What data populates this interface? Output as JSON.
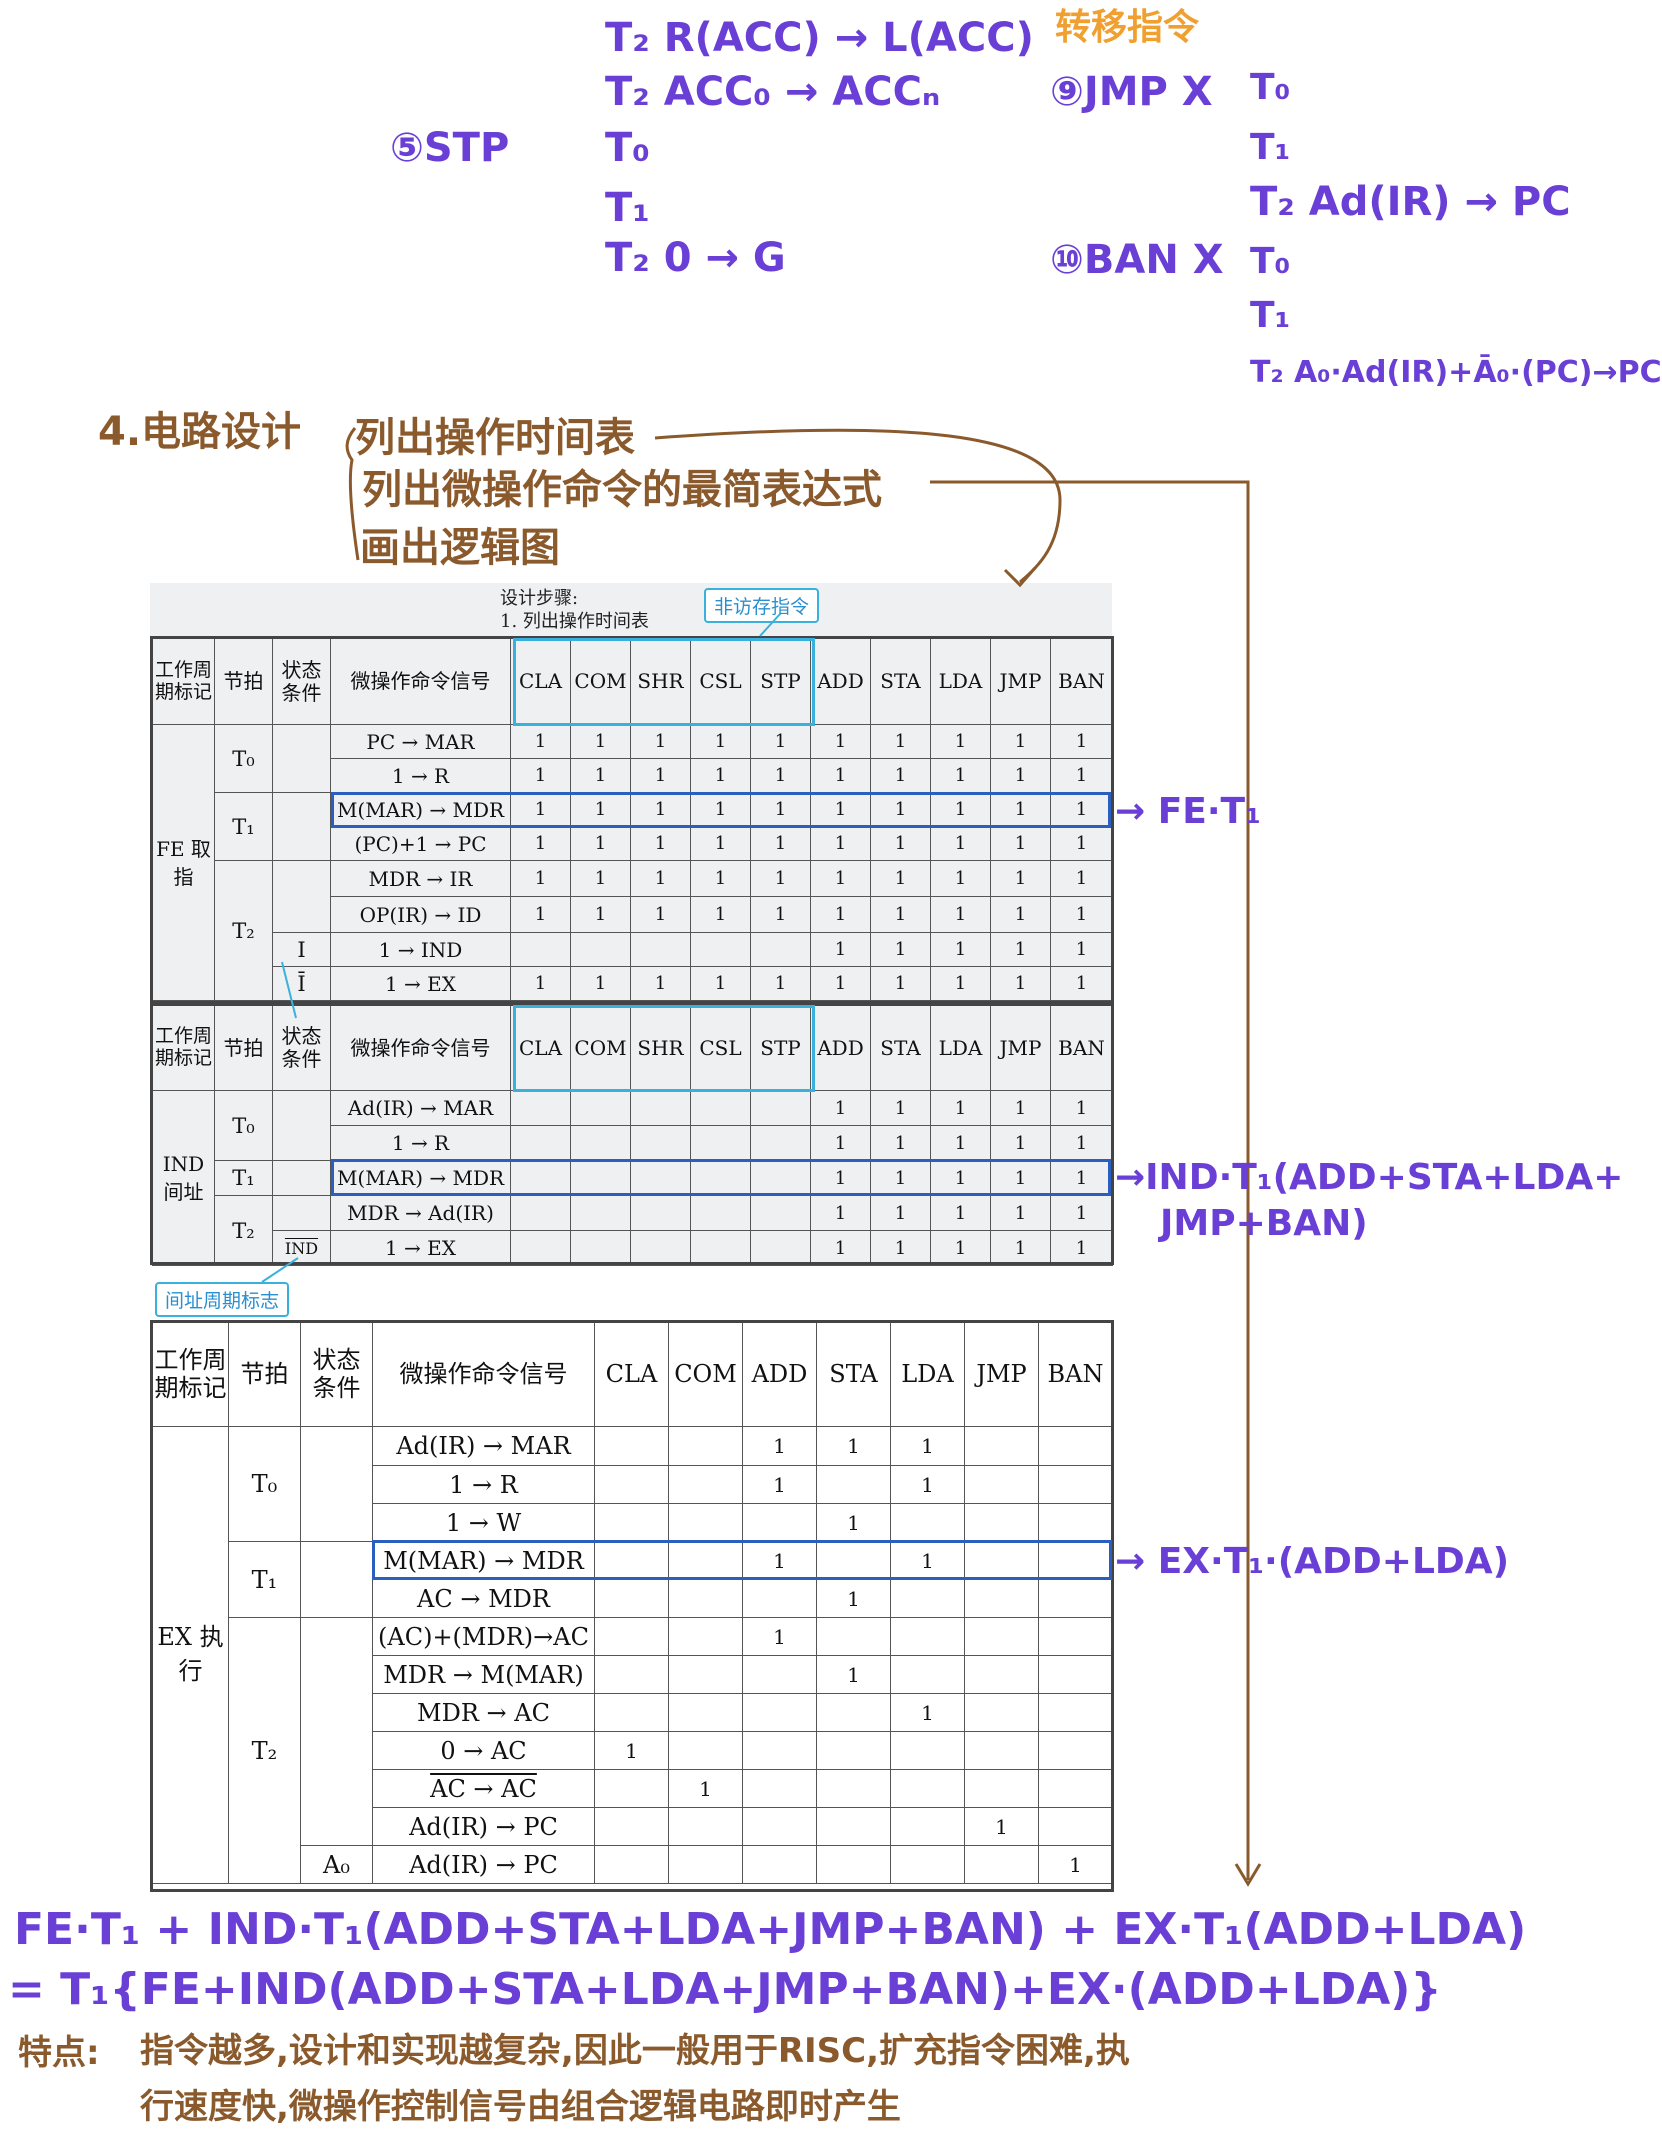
{
  "top_notes": {
    "line1": "T₂ R(ACC) → L(ACC)",
    "line2": "T₂ ACC₀ → ACCₙ",
    "stp": "⑤STP",
    "stp_t0": "T₀",
    "stp_t1": "T₁",
    "stp_t2": "T₂ 0 → G",
    "transfer_heading": "转移指令",
    "jmp": "⑨JMP X",
    "jmp_t0": "T₀",
    "jmp_t1": "T₁",
    "jmp_t2": "T₂ Ad(IR) → PC",
    "ban": "⑩BAN X",
    "ban_t0": "T₀",
    "ban_t1": "T₁",
    "ban_t2": "T₂ A₀·Ad(IR)+Ā₀·(PC)→PC"
  },
  "design_notes": {
    "title": "4.电路设计",
    "step1": "列出操作时间表",
    "step2": "列出微操作命令的最简表达式",
    "step3": "画出逻辑图"
  },
  "scan_header": {
    "title": "设计步骤:",
    "step": "1.  列出操作时间表",
    "tag_non_memory": "非访存指令",
    "tag_indirect": "间址周期标志"
  },
  "table_headers": {
    "cycle": "工作周期标记",
    "beat": "节拍",
    "cond": "状态条件",
    "signal": "微操作命令信号"
  },
  "fe_table": {
    "instructions": [
      "CLA",
      "COM",
      "SHR",
      "CSL",
      "STP",
      "ADD",
      "STA",
      "LDA",
      "JMP",
      "BAN"
    ],
    "cycle_label": "FE 取指",
    "beats": [
      "T₀",
      "T₁",
      "T₂"
    ],
    "conds": [
      "I",
      "Ī"
    ],
    "rows": [
      {
        "op": "PC → MAR",
        "vals": [
          "1",
          "1",
          "1",
          "1",
          "1",
          "1",
          "1",
          "1",
          "1",
          "1"
        ]
      },
      {
        "op": "1 → R",
        "vals": [
          "1",
          "1",
          "1",
          "1",
          "1",
          "1",
          "1",
          "1",
          "1",
          "1"
        ]
      },
      {
        "op": "M(MAR) → MDR",
        "vals": [
          "1",
          "1",
          "1",
          "1",
          "1",
          "1",
          "1",
          "1",
          "1",
          "1"
        ]
      },
      {
        "op": "(PC)+1 → PC",
        "vals": [
          "1",
          "1",
          "1",
          "1",
          "1",
          "1",
          "1",
          "1",
          "1",
          "1"
        ]
      },
      {
        "op": "MDR → IR",
        "vals": [
          "1",
          "1",
          "1",
          "1",
          "1",
          "1",
          "1",
          "1",
          "1",
          "1"
        ]
      },
      {
        "op": "OP(IR) → ID",
        "vals": [
          "1",
          "1",
          "1",
          "1",
          "1",
          "1",
          "1",
          "1",
          "1",
          "1"
        ]
      },
      {
        "op": "1 → IND",
        "vals": [
          "",
          "",
          "",
          "",
          "",
          "1",
          "1",
          "1",
          "1",
          "1"
        ]
      },
      {
        "op": "1 → EX",
        "vals": [
          "1",
          "1",
          "1",
          "1",
          "1",
          "1",
          "1",
          "1",
          "1",
          "1"
        ]
      }
    ]
  },
  "ind_table": {
    "instructions": [
      "CLA",
      "COM",
      "SHR",
      "CSL",
      "STP",
      "ADD",
      "STA",
      "LDA",
      "JMP",
      "BAN"
    ],
    "cycle_label": "IND 间址",
    "beats": [
      "T₀",
      "T₁",
      "T₂"
    ],
    "cond": "IND",
    "rows": [
      {
        "op": "Ad(IR) → MAR",
        "vals": [
          "",
          "",
          "",
          "",
          "",
          "1",
          "1",
          "1",
          "1",
          "1"
        ]
      },
      {
        "op": "1 → R",
        "vals": [
          "",
          "",
          "",
          "",
          "",
          "1",
          "1",
          "1",
          "1",
          "1"
        ]
      },
      {
        "op": "M(MAR) → MDR",
        "vals": [
          "",
          "",
          "",
          "",
          "",
          "1",
          "1",
          "1",
          "1",
          "1"
        ]
      },
      {
        "op": "MDR → Ad(IR)",
        "vals": [
          "",
          "",
          "",
          "",
          "",
          "1",
          "1",
          "1",
          "1",
          "1"
        ]
      },
      {
        "op": "1 → EX",
        "vals": [
          "",
          "",
          "",
          "",
          "",
          "1",
          "1",
          "1",
          "1",
          "1"
        ]
      }
    ]
  },
  "ex_table": {
    "instructions": [
      "CLA",
      "COM",
      "ADD",
      "STA",
      "LDA",
      "JMP",
      "BAN"
    ],
    "cycle_label": "EX 执行",
    "beats": [
      "T₀",
      "T₁",
      "T₂"
    ],
    "cond": "A₀",
    "rows": [
      {
        "op": "Ad(IR) → MAR",
        "vals": [
          "",
          "",
          "1",
          "1",
          "1",
          "",
          ""
        ]
      },
      {
        "op": "1 → R",
        "vals": [
          "",
          "",
          "1",
          "",
          "1",
          "",
          ""
        ]
      },
      {
        "op": "1 → W",
        "vals": [
          "",
          "",
          "",
          "1",
          "",
          "",
          ""
        ]
      },
      {
        "op": "M(MAR) → MDR",
        "vals": [
          "",
          "",
          "1",
          "",
          "1",
          "",
          ""
        ]
      },
      {
        "op": "AC → MDR",
        "vals": [
          "",
          "",
          "",
          "1",
          "",
          "",
          ""
        ]
      },
      {
        "op": "(AC)+(MDR)→AC",
        "vals": [
          "",
          "",
          "1",
          "",
          "",
          "",
          ""
        ]
      },
      {
        "op": "MDR → M(MAR)",
        "vals": [
          "",
          "",
          "",
          "1",
          "",
          "",
          ""
        ]
      },
      {
        "op": "MDR → AC",
        "vals": [
          "",
          "",
          "",
          "",
          "1",
          "",
          ""
        ]
      },
      {
        "op": "0 → AC",
        "vals": [
          "1",
          "",
          "",
          "",
          "",
          "",
          ""
        ]
      },
      {
        "op": "AC → AC",
        "vals": [
          "",
          "1",
          "",
          "",
          "",
          "",
          ""
        ]
      },
      {
        "op": "Ad(IR) → PC",
        "vals": [
          "",
          "",
          "",
          "",
          "",
          "1",
          ""
        ]
      },
      {
        "op": "Ad(IR) → PC",
        "vals": [
          "",
          "",
          "",
          "",
          "",
          "",
          "1"
        ]
      }
    ]
  },
  "annotations": {
    "fe": "→ FE·T₁",
    "ind_1": "→IND·T₁(ADD+STA+LDA+",
    "ind_2": "JMP+BAN)",
    "ex": "→ EX·T₁·(ADD+LDA)"
  },
  "formula": {
    "line1": "FE·T₁ + IND·T₁(ADD+STA+LDA+JMP+BAN) + EX·T₁(ADD+LDA)",
    "line2": "= T₁{FE+IND(ADD+STA+LDA+JMP+BAN)+EX·(ADD+LDA)}"
  },
  "summary": {
    "label": "特点:",
    "line1": "指令越多,设计和实现越复杂,因此一般用于RISC,扩充指令困难,执",
    "line2": "行速度快,微操作控制信号由组合逻辑电路即时产生"
  },
  "colors": {
    "purple": "#6a3fd6",
    "brown": "#8a5a2c",
    "orange": "#f0a030",
    "highlight_blue": "#2a5fbf",
    "cyan": "#3ab0dc"
  }
}
